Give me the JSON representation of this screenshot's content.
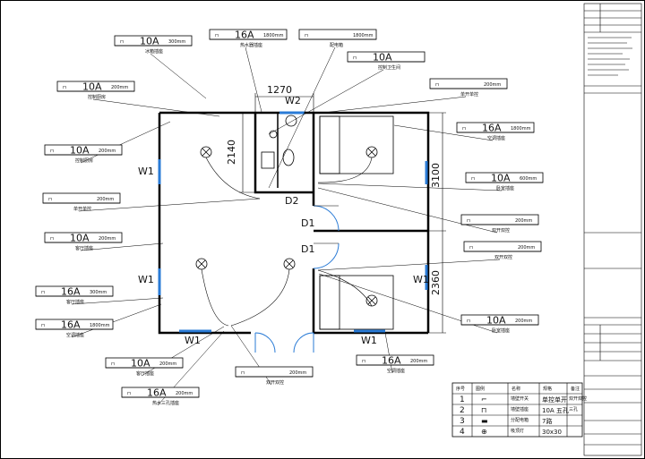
{
  "plan": {
    "dimensions": {
      "top": "1270",
      "w2": "W2",
      "left_dim": "2140",
      "right_top": "3100",
      "right_bottom": "2360"
    },
    "windows": [
      "W1",
      "W1",
      "W1",
      "W1",
      "W1"
    ],
    "doors": [
      "D1",
      "D1",
      "D2"
    ]
  },
  "callouts": [
    {
      "amp": "10A",
      "height": "300mm",
      "name": "冰箱插座"
    },
    {
      "amp": "16A",
      "height": "1800mm",
      "name": "热水器插座"
    },
    {
      "amp": "",
      "height": "1800mm",
      "name": "配电箱"
    },
    {
      "amp": "10A",
      "height": "",
      "name": "控制卫生间"
    },
    {
      "amp": "10A",
      "height": "200mm",
      "name": "控制厨房"
    },
    {
      "amp": "",
      "height": "200mm",
      "name": "单开单控"
    },
    {
      "amp": "16A",
      "height": "1800mm",
      "name": "空调插座"
    },
    {
      "amp": "10A",
      "height": "200mm",
      "name": "控制厨房"
    },
    {
      "amp": "10A",
      "height": "600mm",
      "name": "卧室插座"
    },
    {
      "amp": "",
      "height": "200mm",
      "name": "单开单控"
    },
    {
      "amp": "",
      "height": "200mm",
      "name": "双开双控"
    },
    {
      "amp": "10A",
      "height": "200mm",
      "name": "客厅插座"
    },
    {
      "amp": "",
      "height": "200mm",
      "name": "双开双控"
    },
    {
      "amp": "16A",
      "height": "300mm",
      "name": "客厅插座"
    },
    {
      "amp": "16A",
      "height": "1800mm",
      "name": "空调插座"
    },
    {
      "amp": "10A",
      "height": "200mm",
      "name": "卧室插座"
    },
    {
      "amp": "10A",
      "height": "200mm",
      "name": "客厅插座"
    },
    {
      "amp": "",
      "height": "200mm",
      "name": "双开双控"
    },
    {
      "amp": "16A",
      "height": "200mm",
      "name": "空调插座"
    },
    {
      "amp": "16A",
      "height": "200mm",
      "name": "热水三孔插座"
    }
  ],
  "legend": {
    "headers": [
      "序号",
      "图例",
      "名称",
      "规格",
      "备注"
    ],
    "rows": [
      {
        "no": "1",
        "name": "墙壁开关",
        "spec": "单控单开",
        "note": "双开双控"
      },
      {
        "no": "2",
        "name": "墙壁插座",
        "spec": "10A  五孔",
        "note": "三孔"
      },
      {
        "no": "3",
        "name": "分配电箱",
        "spec": "7路",
        "note": ""
      },
      {
        "no": "4",
        "name": "吸顶灯",
        "spec": "30x30",
        "note": ""
      }
    ]
  }
}
